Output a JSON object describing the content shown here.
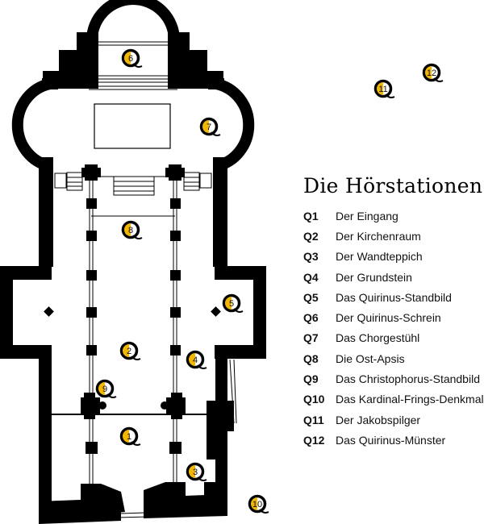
{
  "legend": {
    "title": "Die Hörstationen",
    "items": [
      {
        "code": "Q1",
        "label": "Der Eingang"
      },
      {
        "code": "Q2",
        "label": "Der Kirchenraum"
      },
      {
        "code": "Q3",
        "label": "Der Wandteppich"
      },
      {
        "code": "Q4",
        "label": "Der Grundstein"
      },
      {
        "code": "Q5",
        "label": "Das Quirinus-Standbild"
      },
      {
        "code": "Q6",
        "label": "Der Quirinus-Schrein"
      },
      {
        "code": "Q7",
        "label": "Das Chorgestühl"
      },
      {
        "code": "Q8",
        "label": "Die Ost-Apsis"
      },
      {
        "code": "Q9",
        "label": "Das Christophorus-Standbild"
      },
      {
        "code": "Q10",
        "label": "Das Kardinal-Frings-Denkmal"
      },
      {
        "code": "Q11",
        "label": "Der Jakobspilger"
      },
      {
        "code": "Q12",
        "label": "Das Quirinus-Münster"
      }
    ]
  },
  "markers": [
    "1",
    "2",
    "3",
    "4",
    "5",
    "6",
    "7",
    "8",
    "9",
    "10",
    "11",
    "12"
  ],
  "colors": {
    "wall": "#000000",
    "marker_fill": "#f2b705"
  }
}
